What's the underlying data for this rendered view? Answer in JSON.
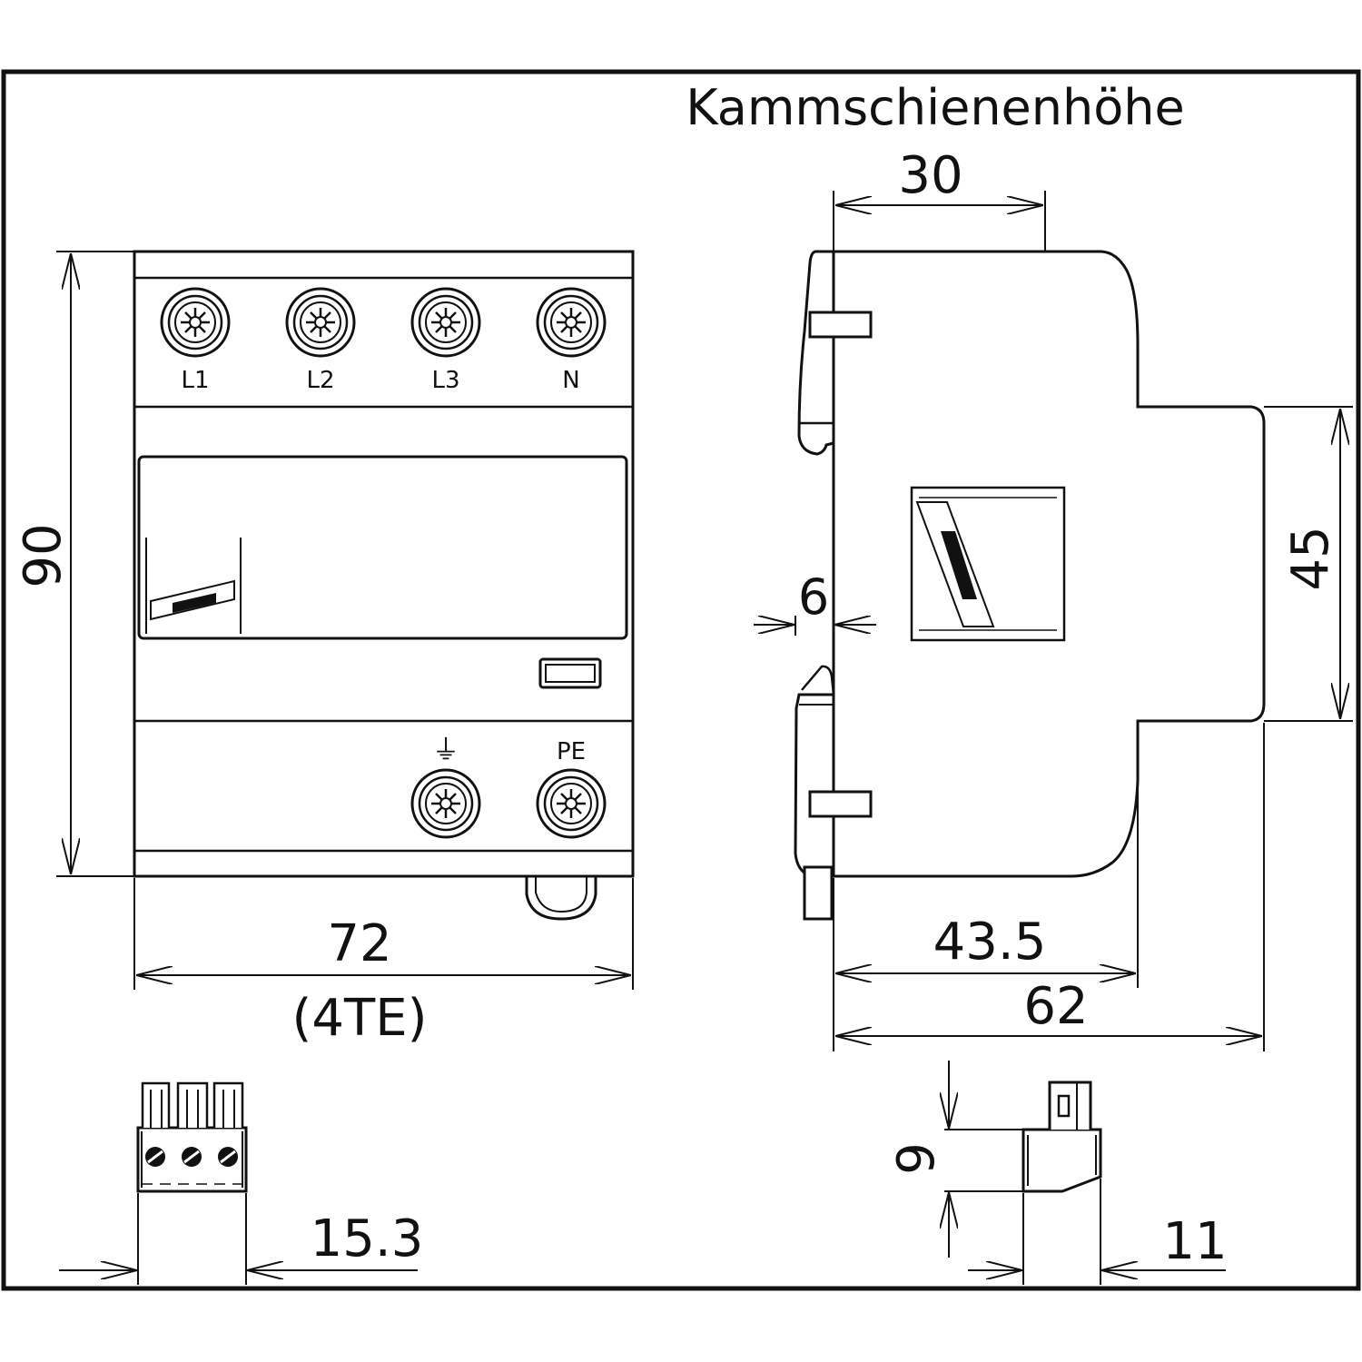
{
  "title": "Kammschienenhöhe",
  "front_view": {
    "terminals_top": [
      "L1",
      "L2",
      "L3",
      "N"
    ],
    "terminals_bottom": [
      "⏚",
      "PE"
    ],
    "dim_height": "90",
    "dim_width": "72",
    "dim_width_note": "(4TE)"
  },
  "side_view": {
    "dim_combbar_height": "30",
    "dim_offset": "6",
    "dim_front_height": "45",
    "dim_depth_front": "43.5",
    "dim_depth_total": "62"
  },
  "connector_front": {
    "dim_width": "15.3"
  },
  "connector_side": {
    "dim_height": "9",
    "dim_depth": "11"
  },
  "colors": {
    "line": "#111111",
    "background": "#ffffff"
  }
}
